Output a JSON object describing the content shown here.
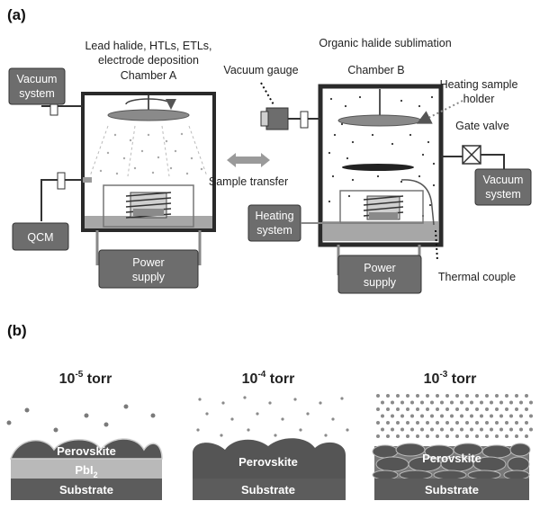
{
  "panel_a": {
    "label": "(a)",
    "chamber_a_title_line1": "Lead halide, HTLs, ETLs,",
    "chamber_a_title_line2": "electrode deposition",
    "chamber_a_title_line3": "Chamber A",
    "vacuum_system_left_line1": "Vacuum",
    "vacuum_system_left_line2": "system",
    "qcm": "QCM",
    "power_supply_a_line1": "Power",
    "power_supply_a_line2": "supply",
    "sample_transfer": "Sample transfer",
    "organic_sublimation": "Organic halide sublimation",
    "vacuum_gauge": "Vacuum gauge",
    "chamber_b_title": "Chamber B",
    "heating_holder_line1": "Heating sample",
    "heating_holder_line2": "holder",
    "gate_valve": "Gate valve",
    "vacuum_system_right_line1": "Vacuum",
    "vacuum_system_right_line2": "system",
    "heating_system_line1": "Heating",
    "heating_system_line2": "system",
    "power_supply_b_line1": "Power",
    "power_supply_b_line2": "supply",
    "thermal_couple": "Thermal couple"
  },
  "panel_b": {
    "label": "(b)",
    "conditions": [
      {
        "base": "10",
        "exponent": "-5",
        "unit": "torr",
        "top_layer": "Perovskite",
        "mid_layer": "PbI",
        "mid_sub": "2",
        "substrate": "Substrate"
      },
      {
        "base": "10",
        "exponent": "-4",
        "unit": "torr",
        "top_layer": "Perovskite",
        "substrate": "Substrate"
      },
      {
        "base": "10",
        "exponent": "-3",
        "unit": "torr",
        "top_layer": "Perovskite",
        "substrate": "Substrate"
      }
    ]
  },
  "colors": {
    "box_fill": "#6d6d6d",
    "chamber_line": "#2a2a2a",
    "perovskite": "#555555",
    "pbi2": "#b9b9b9",
    "substrate": "#5c5c5c",
    "arrow": "#9a9a9a"
  }
}
